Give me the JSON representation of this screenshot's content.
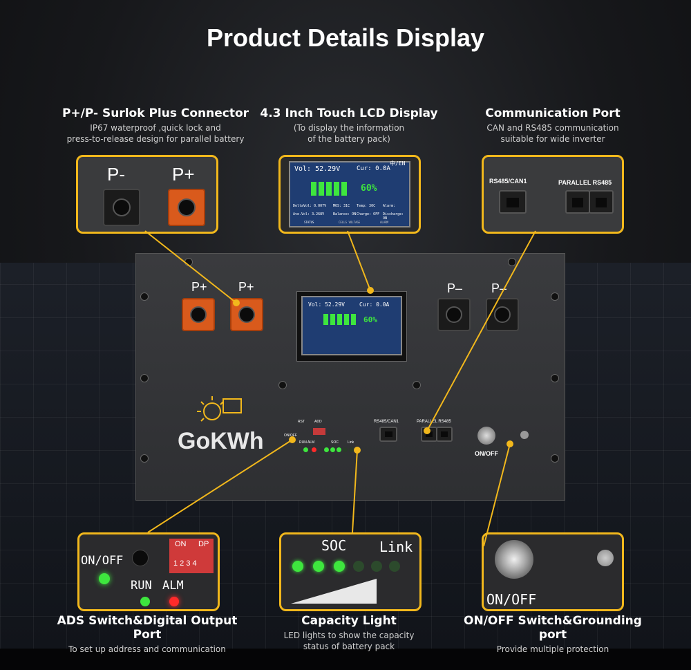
{
  "title": "Product Details Display",
  "features": {
    "connector": {
      "heading": "P+/P- Surlok Plus Connector",
      "desc1": "IP67 waterproof ,quick lock and",
      "desc2": "press-to-release design for parallel battery",
      "minus": "P-",
      "plus": "P+"
    },
    "lcd": {
      "heading": "4.3 Inch Touch LCD Display",
      "desc1": "(To display the information",
      "desc2": "of the battery pack)"
    },
    "comm": {
      "heading": "Communication Port",
      "desc1": "CAN and RS485 communication",
      "desc2": "suitable for wide inverter",
      "port1": "RS485/CAN1",
      "port2": "PARALLEL RS485"
    },
    "ads": {
      "heading": "ADS Switch&Digital Output Port",
      "desc1": "To set up address and communication",
      "onoff": "ON/OFF",
      "run": "RUN",
      "alm": "ALM",
      "dip_on": "ON",
      "dip_dp": "DP",
      "dip_nums": "1 2 3 4"
    },
    "capacity": {
      "heading": "Capacity Light",
      "desc1": "LED lights to show the capacity",
      "desc2": "status of battery pack",
      "soc": "SOC",
      "link": "Link"
    },
    "switch": {
      "heading": "ON/OFF Switch&Grounding port",
      "desc1": "Provide multiple protection",
      "onoff": "ON/OFF"
    }
  },
  "lcd_screen": {
    "vol": "Vol: 52.29V",
    "cur": "Cur: 0.0A",
    "lang": "中/EN",
    "soc": "60%",
    "delta": "DeltaVol: 0.007V",
    "mos": "MOS: 31C",
    "temp": "Temp: 30C",
    "alarm": "Alarm:",
    "ave": "Ave.Vol: 3.268V",
    "balance": "Balance: ON",
    "charge": "Charge: OFF",
    "discharge": "Discharge: ON",
    "tab1": "STATUS",
    "tab2": "CELLS VOLTAGE",
    "tab3": "ALARM"
  },
  "panel": {
    "p_plus": "P+",
    "p_minus": "P–",
    "brand": "GoKWh",
    "rst": "RST",
    "add": "ADD",
    "onoff": "ON/OFF",
    "run_alm": "RUN ALM",
    "soc": "SOC",
    "link": "Link",
    "rs485": "RS485/CAN1",
    "parallel": "PARALLEL RS485",
    "switch_label": "ON/OFF"
  },
  "colors": {
    "accent": "#f2b81c",
    "led_green": "#3ee63e",
    "led_red": "#ff2a2a"
  }
}
